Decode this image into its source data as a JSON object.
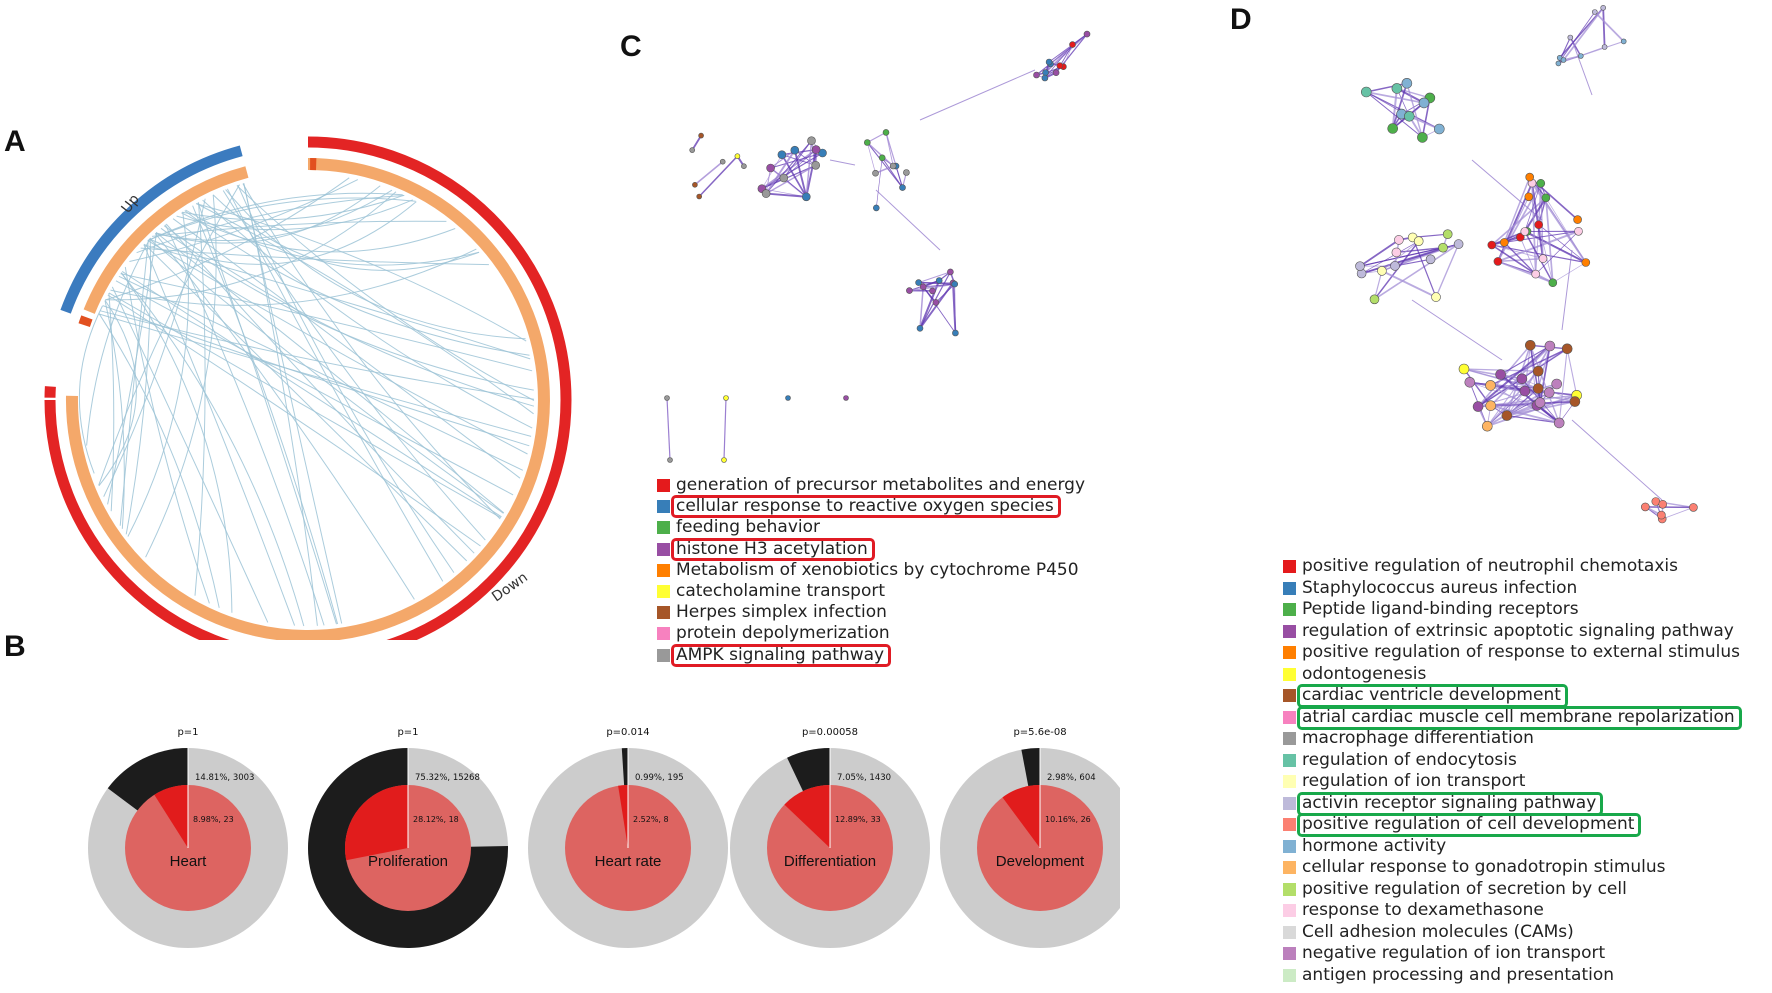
{
  "panels": {
    "A": "A",
    "B": "B",
    "C": "C",
    "D": "D"
  },
  "chord": {
    "up_label": "Up",
    "down_label": "Down",
    "colors": {
      "up": "#3b7bbf",
      "down": "#e32424",
      "inner": "#f4a86a",
      "links": "#9cc3d6"
    }
  },
  "donuts": [
    {
      "label": "Heart",
      "p": "p=1",
      "outer_label": "14.81%, 3003",
      "inner_label": "8.98%, 23",
      "outer_fraction": 0.1481,
      "inner_fraction": 0.0898
    },
    {
      "label": "Proliferation",
      "p": "p=1",
      "outer_label": "75.32%, 15268",
      "inner_label": "28.12%, 18",
      "outer_fraction": 0.7532,
      "inner_fraction": 0.2812
    },
    {
      "label": "Heart rate",
      "p": "p=0.014",
      "outer_label": "0.99%, 195",
      "inner_label": "2.52%, 8",
      "outer_fraction": 0.0099,
      "inner_fraction": 0.0252
    },
    {
      "label": "Differentiation",
      "p": "p=0.00058",
      "outer_label": "7.05%, 1430",
      "inner_label": "12.89%, 33",
      "outer_fraction": 0.0705,
      "inner_fraction": 0.1289
    },
    {
      "label": "Development",
      "p": "p=5.6e-08",
      "outer_label": "2.98%, 604",
      "inner_label": "10.16%, 26",
      "outer_fraction": 0.0298,
      "inner_fraction": 0.1016
    }
  ],
  "legendC": [
    {
      "label": "generation of precursor metabolites and energy",
      "color": "#e41a1c"
    },
    {
      "label": "cellular response to reactive oxygen species",
      "color": "#377eb8",
      "highlight": true
    },
    {
      "label": "feeding behavior",
      "color": "#4daf4a"
    },
    {
      "label": "histone H3 acetylation",
      "color": "#984ea3",
      "highlight": true
    },
    {
      "label": "Metabolism of xenobiotics by cytochrome P450",
      "color": "#ff7f00"
    },
    {
      "label": "catecholamine transport",
      "color": "#ffff33"
    },
    {
      "label": "Herpes simplex infection",
      "color": "#a65628"
    },
    {
      "label": "protein depolymerization",
      "color": "#f781bf"
    },
    {
      "label": "AMPK signaling pathway",
      "color": "#999999",
      "highlight": true
    }
  ],
  "legendD": [
    {
      "label": "positive regulation of neutrophil chemotaxis",
      "color": "#e41a1c"
    },
    {
      "label": "Staphylococcus aureus infection",
      "color": "#377eb8"
    },
    {
      "label": "Peptide ligand-binding receptors",
      "color": "#4daf4a"
    },
    {
      "label": "regulation of extrinsic apoptotic signaling pathway",
      "color": "#984ea3"
    },
    {
      "label": "positive regulation of response to external stimulus",
      "color": "#ff7f00"
    },
    {
      "label": "odontogenesis",
      "color": "#ffff33"
    },
    {
      "label": "cardiac ventricle development",
      "color": "#a65628",
      "highlight": true
    },
    {
      "label": "atrial cardiac muscle cell membrane repolarization",
      "color": "#f781bf",
      "highlight": true
    },
    {
      "label": "macrophage differentiation",
      "color": "#999999"
    },
    {
      "label": "regulation of endocytosis",
      "color": "#66c2a5"
    },
    {
      "label": "regulation of ion transport",
      "color": "#ffffb3"
    },
    {
      "label": "activin receptor signaling pathway",
      "color": "#bebada",
      "highlight": true
    },
    {
      "label": "positive regulation of cell development",
      "color": "#fb8072",
      "highlight": true
    },
    {
      "label": "hormone activity",
      "color": "#80b1d3"
    },
    {
      "label": "cellular response to gonadotropin stimulus",
      "color": "#fdb462"
    },
    {
      "label": "positive regulation of secretion by cell",
      "color": "#b3de69"
    },
    {
      "label": "response to dexamethasone",
      "color": "#fccde5"
    },
    {
      "label": "Cell adhesion molecules (CAMs)",
      "color": "#d9d9d9"
    },
    {
      "label": "negative regulation of ion transport",
      "color": "#bc80bd"
    },
    {
      "label": "antigen processing and presentation",
      "color": "#ccebc5"
    }
  ]
}
